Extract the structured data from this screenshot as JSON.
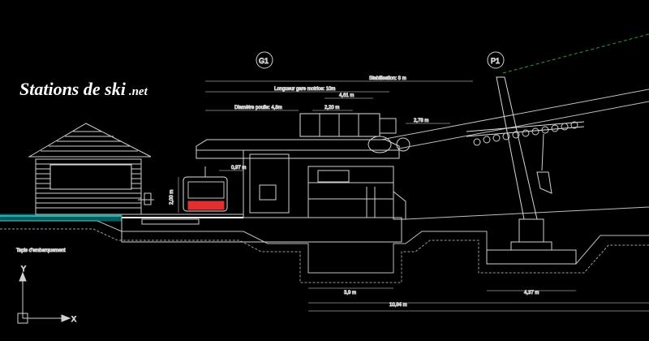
{
  "watermark": {
    "brand": "Stations de ski",
    "suffix": ".net"
  },
  "markers": {
    "station": "G1",
    "pylon": "P1"
  },
  "dimensions": {
    "stabilisation": "Stabilisation: 8 m",
    "longueur_gare": "Longueur gare motrice: 10m",
    "d_461": "4,61 m",
    "diametre_poulie": "Diamètre poulie: 4,8m",
    "d_220": "2,20 m",
    "d_278": "2,78 m",
    "d_097": "0,97 m",
    "d_200": "2,00 m",
    "d_39": "3,9 m",
    "d_437": "4,37 m",
    "d_1084": "10,84 m"
  },
  "labels": {
    "tapis": "Tapis d'embarquement"
  },
  "ucs": {
    "y": "Y",
    "x": "X"
  },
  "colors": {
    "background": "#000000",
    "cabin": "#e03030",
    "water": "#00a8a8",
    "guide": "#2f9a2f"
  }
}
